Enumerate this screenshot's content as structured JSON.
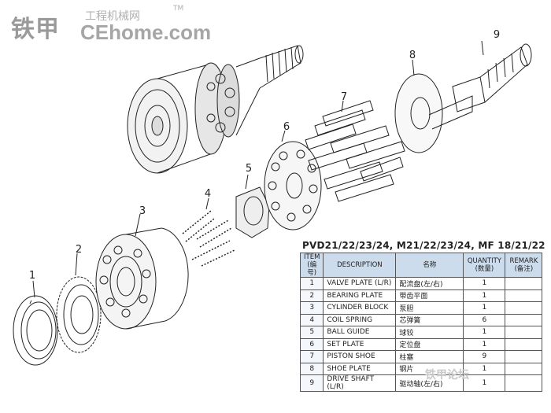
{
  "watermark": {
    "brand": "铁甲",
    "sub": "工程机械网",
    "domain": "CEhome.com",
    "tm": "TM"
  },
  "diagram": {
    "callouts": [
      "1",
      "2",
      "3",
      "4",
      "5",
      "6",
      "7",
      "8",
      "9"
    ]
  },
  "table": {
    "title": "PVD21/22/23/24, M21/22/23/24, MF 18/21/22",
    "headers": {
      "item": "ITEM",
      "item_cn": "(编号)",
      "description": "DESCRIPTION",
      "name": "名称",
      "quantity": "QUANTITY",
      "quantity_cn": "(数量)",
      "remark": "REMARK",
      "remark_cn": "(备注)"
    },
    "rows": [
      {
        "item": "1",
        "description": "VALVE PLATE (L/R)",
        "name": "配流盘(左/右)",
        "qty": "1",
        "remark": ""
      },
      {
        "item": "2",
        "description": "BEARING PLATE",
        "name": "带齿平面",
        "qty": "1",
        "remark": ""
      },
      {
        "item": "3",
        "description": "CYLINDER BLOCK",
        "name": "泵胆",
        "qty": "1",
        "remark": ""
      },
      {
        "item": "4",
        "description": "COIL SPRING",
        "name": "芯弹簧",
        "qty": "6",
        "remark": ""
      },
      {
        "item": "5",
        "description": "BALL GUIDE",
        "name": "球铰",
        "qty": "1",
        "remark": ""
      },
      {
        "item": "6",
        "description": "SET PLATE",
        "name": "定位盘",
        "qty": "1",
        "remark": ""
      },
      {
        "item": "7",
        "description": "PISTON SHOE",
        "name": "柱塞",
        "qty": "9",
        "remark": ""
      },
      {
        "item": "8",
        "description": "SHOE PLATE",
        "name": "钢片",
        "qty": "1",
        "remark": ""
      },
      {
        "item": "9",
        "description": "DRIVE SHAFT (L/R)",
        "name": "驱动轴(左/右)",
        "qty": "1",
        "remark": ""
      }
    ]
  },
  "corner_watermark": "铁甲论坛"
}
